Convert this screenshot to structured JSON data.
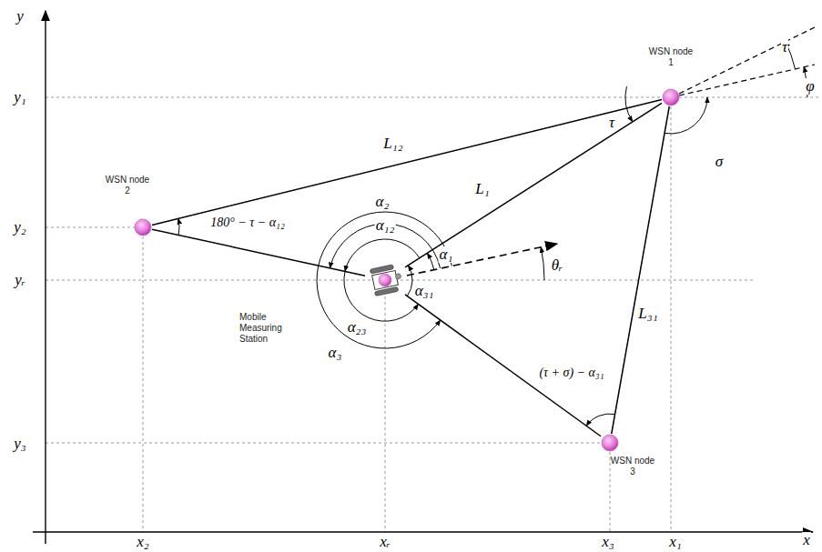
{
  "diagram": {
    "nodes": [
      {
        "text": [
          "WSN node 1"
        ]
      },
      {
        "text": [
          "WSN node 2"
        ]
      },
      {
        "text": [
          "WSN node 3"
        ]
      },
      {
        "text": [
          "Mobile Measuring Station"
        ]
      }
    ],
    "edges": [
      {
        "from": 1,
        "to": 0,
        "arrow": "none",
        "label": "L₁₂"
      },
      {
        "from": 3,
        "to": 0,
        "arrow": "none",
        "label": "L₁"
      },
      {
        "from": 0,
        "to": 2,
        "arrow": "none",
        "label": "L₃₁"
      },
      {
        "from": 1,
        "to": 3,
        "arrow": "none"
      },
      {
        "from": 2,
        "to": 3,
        "arrow": "none"
      }
    ],
    "labels": [
      "y",
      "x",
      "y₁",
      "y₂",
      "yᵣ",
      "y₃",
      "x₂",
      "xᵣ",
      "x₃",
      "x₁",
      "τ",
      "φ",
      "σ",
      "τ",
      "180° − τ − α₁₂",
      "(τ + σ) − α₃₁",
      "α₁",
      "α₂",
      "α₁₂",
      "α₃₁",
      "α₂₃",
      "α₃",
      "θᵣ"
    ]
  }
}
